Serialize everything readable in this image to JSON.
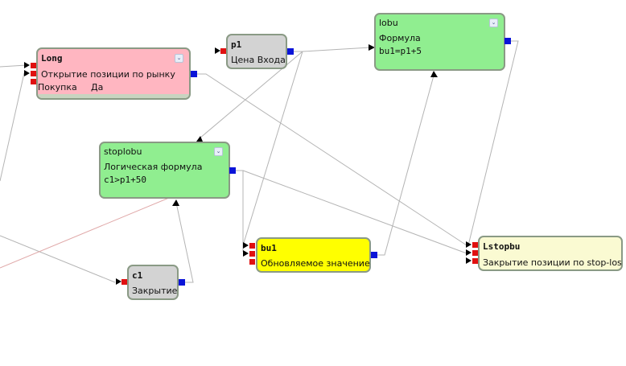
{
  "colors": {
    "long_bg": "#ffb6c1",
    "formula_bg": "#90ee90",
    "value_bg": "#d3d3d3",
    "updated_bg": "#ffff00",
    "close_bg": "#fafad2",
    "input_port": "#e01010",
    "output_port": "#0a14d8",
    "wire": "#b0b0b0",
    "wire_red": "#e0a0a0"
  },
  "nodes": {
    "long": {
      "title": "Long",
      "line1": "Открытие позиции по рынку",
      "line2_label": "Покупка",
      "line2_value": "Да",
      "collapse_icon": "double-chevron-down"
    },
    "p1": {
      "title": "p1",
      "line1": "Цена Входа"
    },
    "lobu": {
      "title": "lobu",
      "line1": "Формула",
      "line2": "bu1=p1+5",
      "collapse_icon": "double-chevron-down"
    },
    "stoplobu": {
      "title": "stoplobu",
      "line1": "Логическая формула",
      "line2": "c1>p1+50",
      "collapse_icon": "double-chevron-down"
    },
    "c1": {
      "title": "c1",
      "line1": "Закрытие"
    },
    "bu1": {
      "title": "bu1",
      "line1": "Обновляемое значение"
    },
    "lstopbu": {
      "title": "Lstopbu",
      "line1": "Закрытие позиции по stop-los"
    }
  }
}
